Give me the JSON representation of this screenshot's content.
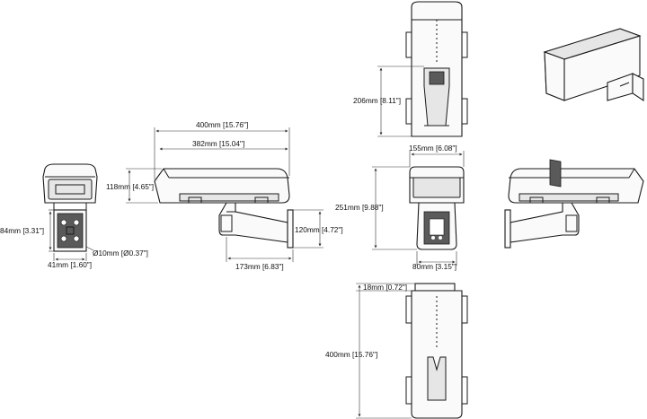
{
  "dimensions": {
    "side_total_length": "400mm [15.76\"]",
    "side_housing_length": "382mm [15.04\"]",
    "side_housing_height": "118mm [4.65\"]",
    "side_mount_height": "120mm [4.72\"]",
    "side_mount_depth": "173mm [6.83\"]",
    "front_mount_height": "84mm [3.31\"]",
    "front_mount_width": "41mm [1.60\"]",
    "front_cable_diameter": "Ø10mm [Ø0.37\"]",
    "top_mount_height": "206mm [8.11\"]",
    "rear_width": "155mm [6.08\"]",
    "rear_total_height": "251mm [9.88\"]",
    "rear_mount_width": "80mm [3.15\"]",
    "bottom_offset": "18mm [0.72\"]",
    "bottom_length": "400mm [15.76\"]"
  },
  "colors": {
    "line": "#1a1a1a",
    "shade": "#e6e6e6",
    "dark": "#5a5a5a"
  }
}
